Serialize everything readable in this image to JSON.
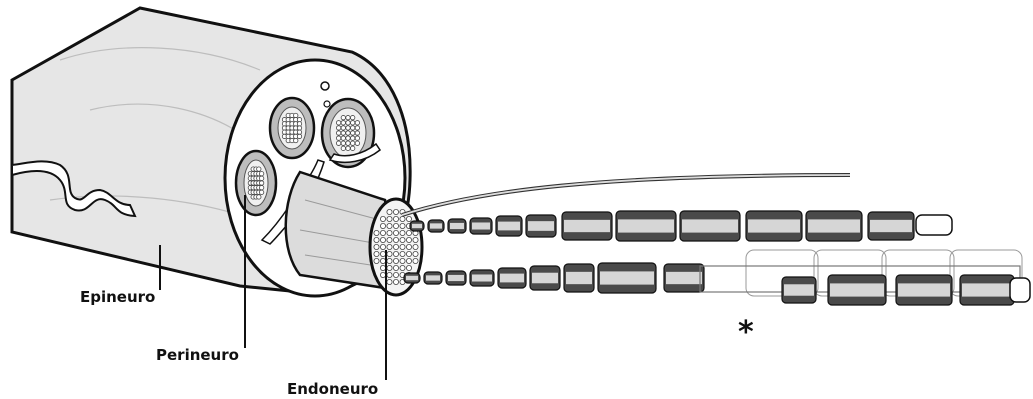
{
  "labels": {
    "epineuro": "Epineuro",
    "perineuro": "Perineuro",
    "endoneuro": "Endoneuro",
    "injury_marker": "*"
  },
  "colors": {
    "nerve_fill": "#e3e3e3",
    "myelin": "#4a4a4a",
    "axon": "#d6d6d6",
    "outline": "#111111"
  }
}
